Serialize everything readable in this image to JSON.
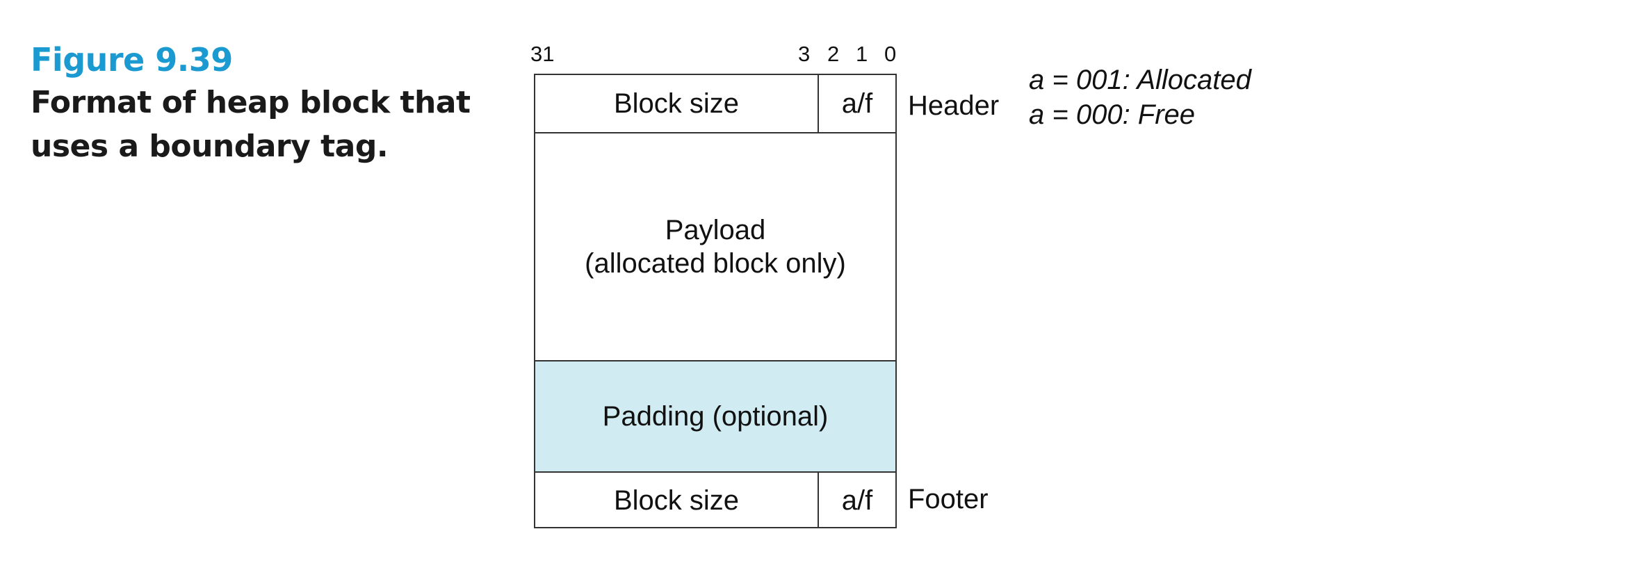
{
  "caption": {
    "figure_number": "Figure 9.39",
    "title_line1": "Format of heap block that",
    "title_line2": "uses a boundary tag."
  },
  "bit_labels": [
    "31",
    "3",
    "2",
    "1",
    "0"
  ],
  "block": {
    "header": {
      "size_label": "Block size",
      "flags_label": "a/f"
    },
    "payload": {
      "line1": "Payload",
      "line2": "(allocated block only)"
    },
    "padding": {
      "label": "Padding (optional)",
      "fill_color": "#d0ebf2"
    },
    "footer": {
      "size_label": "Block size",
      "flags_label": "a/f"
    }
  },
  "side_labels": {
    "header": "Header",
    "footer": "Footer"
  },
  "legend": {
    "allocated": "a = 001: Allocated",
    "free": "a = 000: Free"
  },
  "colors": {
    "accent": "#1a9ad0",
    "border": "#333333"
  }
}
